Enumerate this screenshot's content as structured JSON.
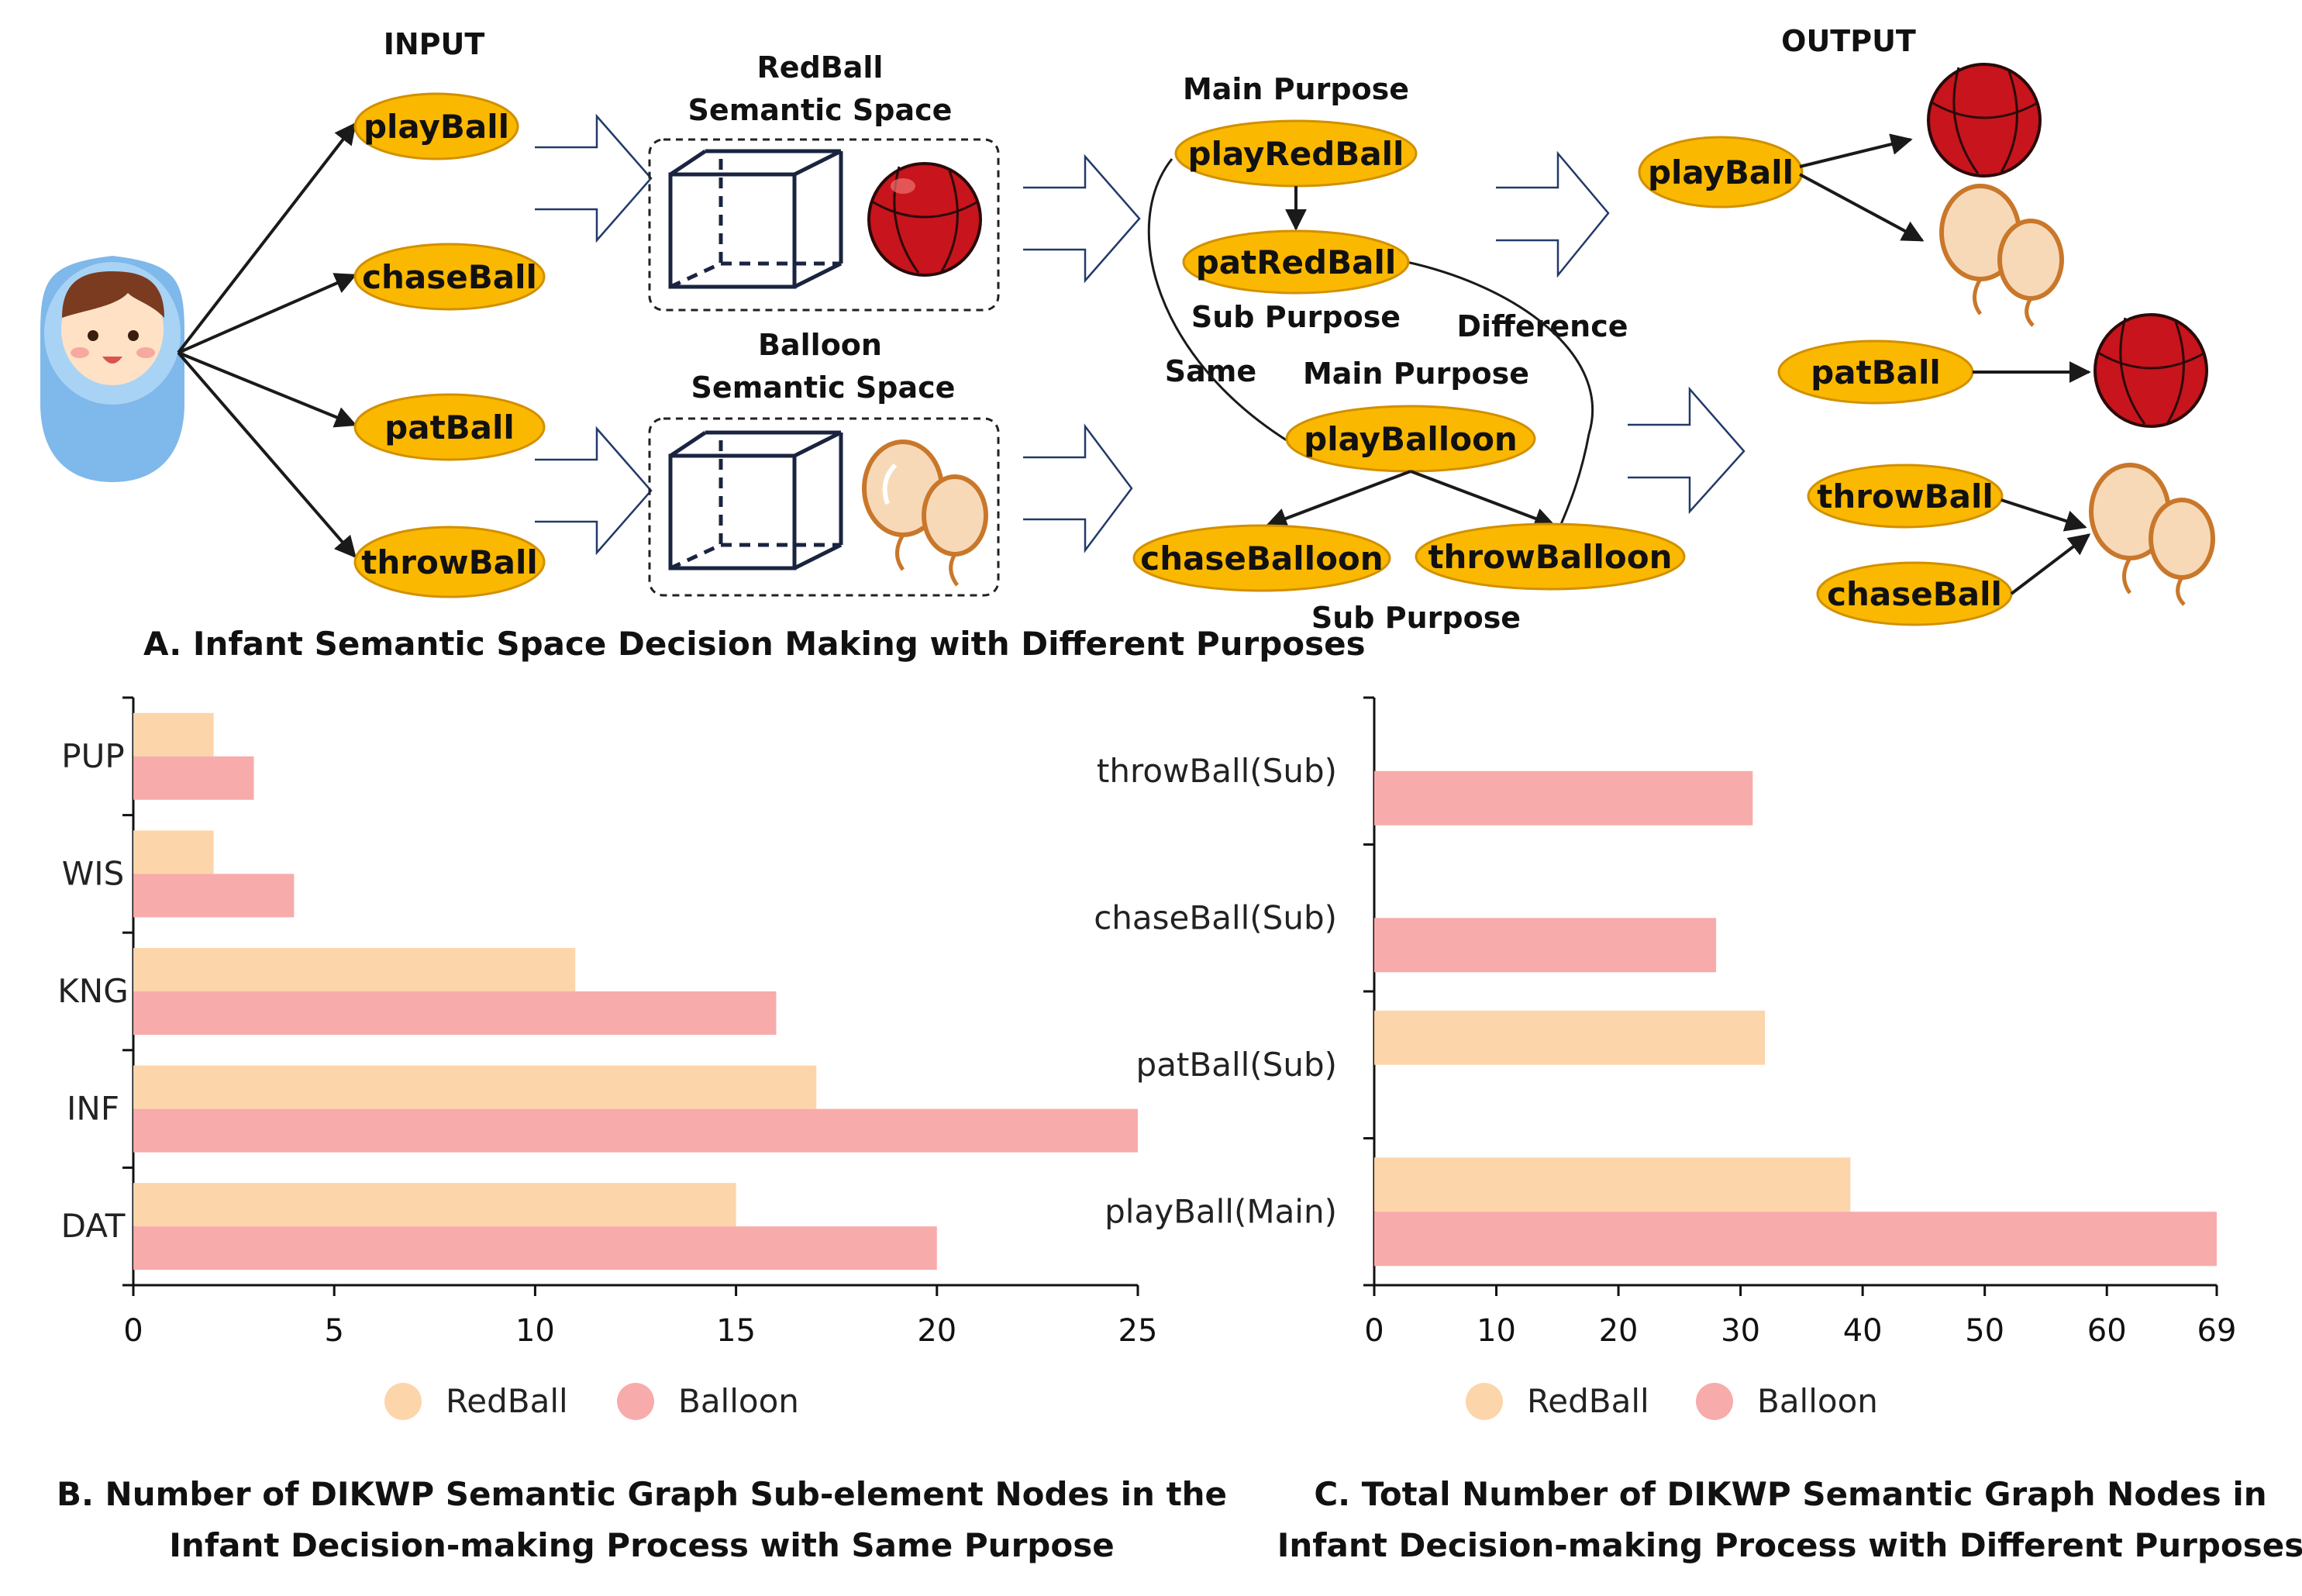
{
  "diagram": {
    "input_label": "INPUT",
    "output_label": "OUTPUT",
    "input_nodes": [
      "playBall",
      "chaseBall",
      "patBall",
      "throwBall"
    ],
    "redball_space": {
      "line1": "RedBall",
      "line2": "Semantic Space"
    },
    "balloon_space": {
      "line1": "Balloon",
      "line2": "Semantic Space"
    },
    "main_purpose_label": "Main Purpose",
    "sub_purpose_label": "Sub Purpose",
    "same_label": "Same",
    "difference_label": "Difference",
    "purpose_nodes": {
      "play_red": "playRedBall",
      "pat_red": "patRedBall",
      "play_balloon": "playBalloon",
      "chase_balloon": "chaseBalloon",
      "throw_balloon": "throwBalloon"
    },
    "output_nodes": {
      "play": "playBall",
      "pat": "patBall",
      "throw": "throwBall",
      "chase": "chaseBall"
    },
    "caption_a": "A. Infant Semantic Space Decision Making with Different Purposes",
    "colors": {
      "node_fill": "#fbb800",
      "node_stroke": "#d19000",
      "red_ball": "#c8141c",
      "balloon": "#f7d9b8"
    }
  },
  "chart_data": [
    {
      "type": "bar",
      "orientation": "horizontal",
      "categories": [
        "PUP",
        "WIS",
        "KNG",
        "INF",
        "DAT"
      ],
      "series": [
        {
          "name": "RedBall",
          "color": "#fdd5ab",
          "values": [
            2,
            2,
            11,
            17,
            15
          ]
        },
        {
          "name": "Balloon",
          "color": "#f8abab",
          "values": [
            3,
            4,
            16,
            25,
            20
          ]
        }
      ],
      "xlim": [
        0,
        25
      ],
      "xticks": [
        0,
        5,
        10,
        15,
        20,
        25
      ],
      "legend": "bottom",
      "caption_line1": "B. Number of DIKWP Semantic Graph Sub-element Nodes in the",
      "caption_line2": "Infant Decision-making Process with Same Purpose"
    },
    {
      "type": "bar",
      "orientation": "horizontal",
      "categories": [
        "throwBall(Sub)",
        "chaseBall(Sub)",
        "patBall(Sub)",
        "playBall(Main)"
      ],
      "series": [
        {
          "name": "RedBall",
          "color": "#fdd5ab",
          "values": [
            0,
            0,
            32,
            39
          ]
        },
        {
          "name": "Balloon",
          "color": "#f8abab",
          "values": [
            31,
            28,
            0,
            69
          ]
        }
      ],
      "xlim": [
        0,
        69
      ],
      "xticks": [
        0,
        10,
        20,
        30,
        40,
        50,
        60,
        69
      ],
      "legend": "bottom",
      "caption_line1": "C. Total Number of DIKWP Semantic Graph Nodes in",
      "caption_line2": "Infant Decision-making Process with Different Purposes"
    }
  ]
}
